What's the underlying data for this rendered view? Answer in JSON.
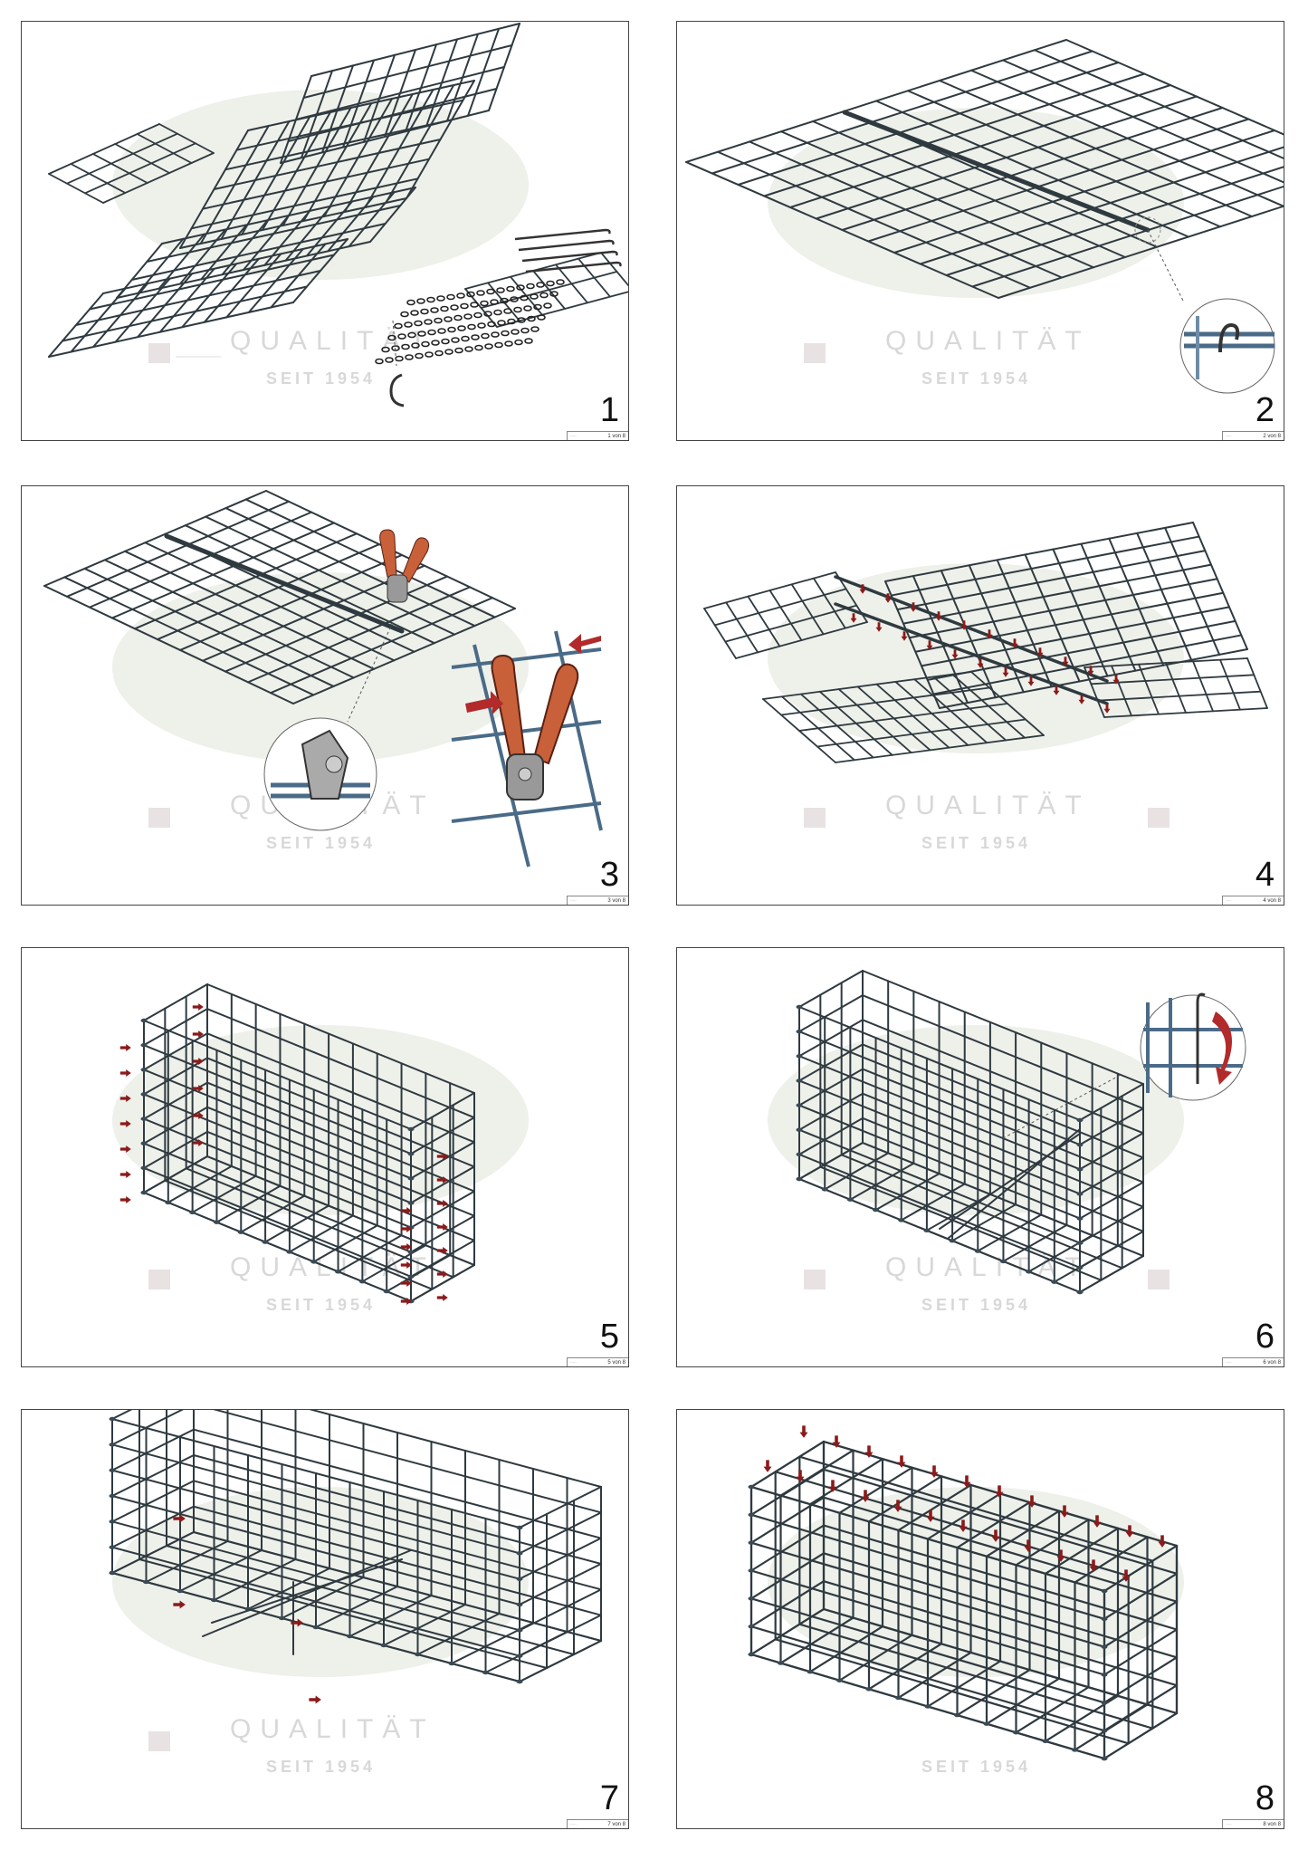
{
  "watermark": {
    "quality": "QUALITÄT",
    "since": "SEIT 1954"
  },
  "panels": [
    {
      "step": "1",
      "page": "1 von 8"
    },
    {
      "step": "2",
      "page": "2 von 8"
    },
    {
      "step": "3",
      "page": "3 von 8"
    },
    {
      "step": "4",
      "page": "4 von 8"
    },
    {
      "step": "5",
      "page": "5 von 8"
    },
    {
      "step": "6",
      "page": "6 von 8"
    },
    {
      "step": "7",
      "page": "7 von 8"
    },
    {
      "step": "8",
      "page": "8 von 8"
    }
  ],
  "colors": {
    "wire": "#2f3a40",
    "arrow": "#8b1a1a",
    "plier_handle": "#c8603a",
    "watermark_oval": "#eef0ea",
    "watermark_text": "#d8d8d8"
  }
}
